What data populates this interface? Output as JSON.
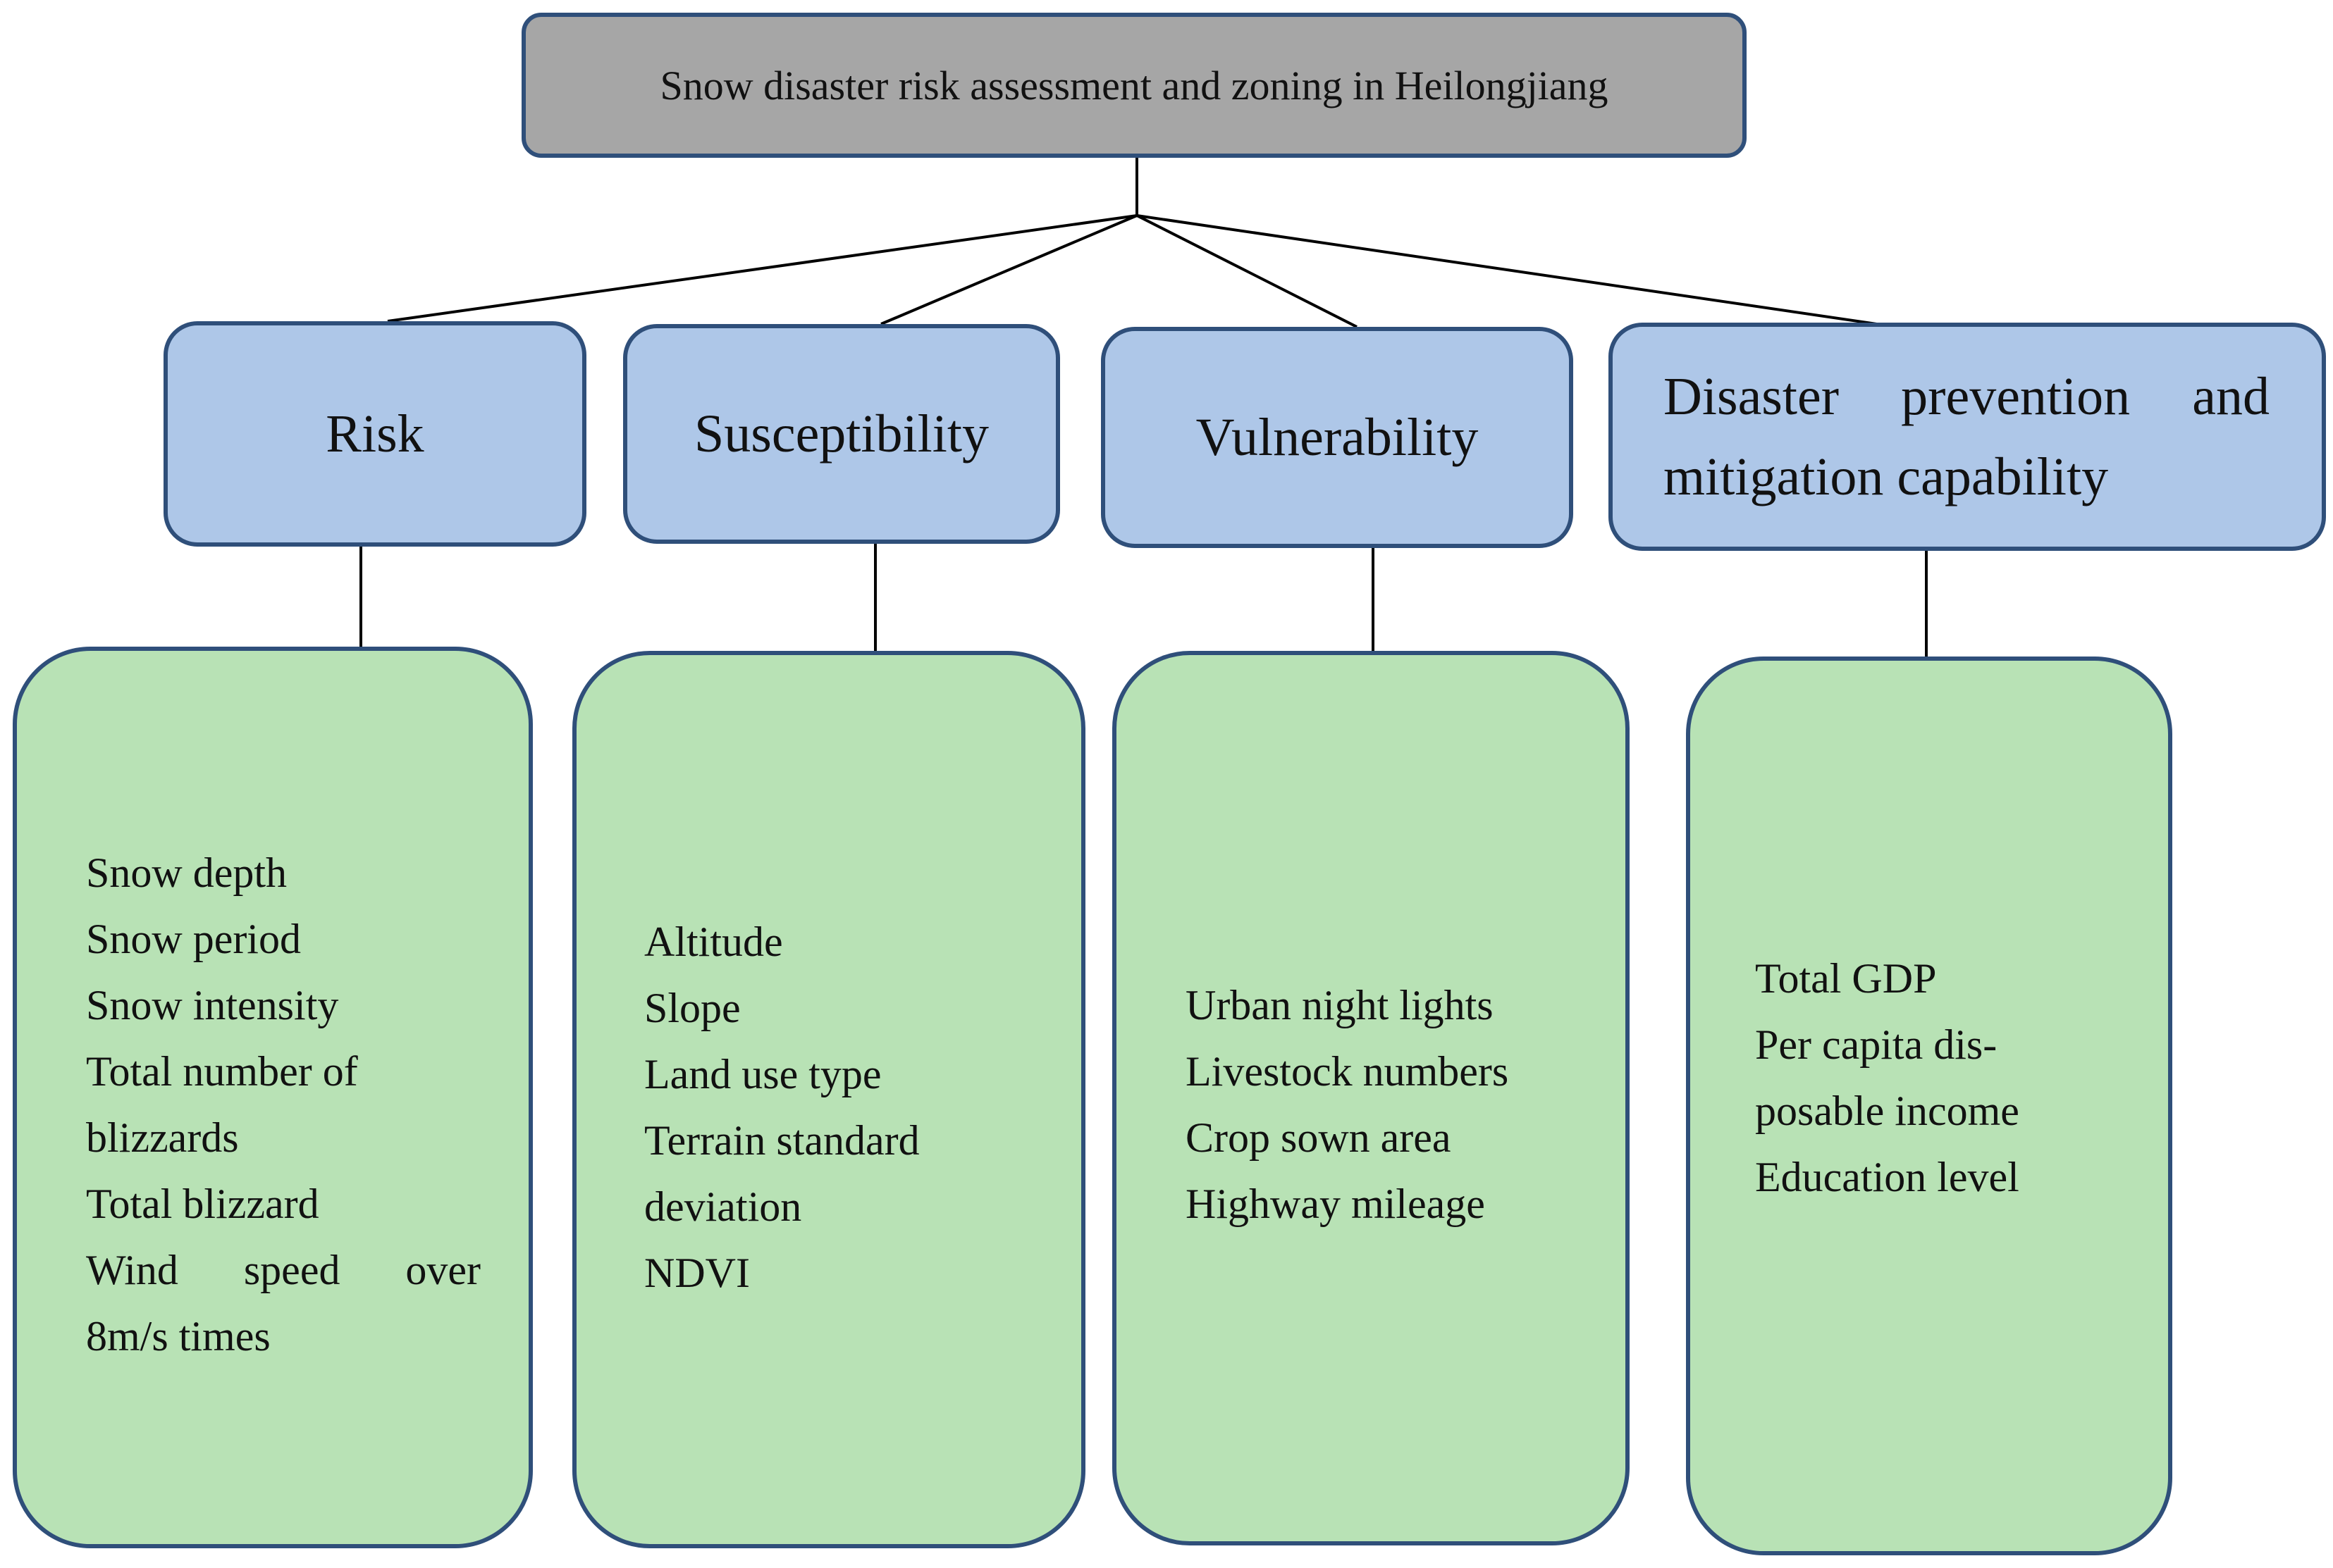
{
  "root": {
    "label": "Snow disaster risk assessment and zoning in Heilongjiang"
  },
  "categories": [
    {
      "label": "Risk",
      "indicators": [
        "Snow depth",
        "Snow period",
        "Snow intensity",
        "Total number of",
        "blizzards",
        "Total blizzard",
        "Wind speed over",
        "8m/s times"
      ]
    },
    {
      "label": "Susceptibility",
      "indicators": [
        "Altitude",
        "Slope",
        "Land use type",
        "Terrain standard",
        "deviation",
        "NDVI"
      ]
    },
    {
      "label": "Vulnerability",
      "indicators": [
        "Urban night lights",
        "Livestock numbers",
        "Crop sown area",
        "Highway mileage"
      ]
    },
    {
      "label": "Disaster prevention and mitigation capability",
      "indicators": [
        "Total GDP",
        "Per capita dis-",
        "posable income",
        "Education level"
      ]
    }
  ],
  "colors": {
    "root_fill": "#a6a6a6",
    "category_fill": "#aec7e8",
    "indicator_fill": "#b8e2b5",
    "border": "#2f4f7a",
    "connector": "#000000"
  }
}
